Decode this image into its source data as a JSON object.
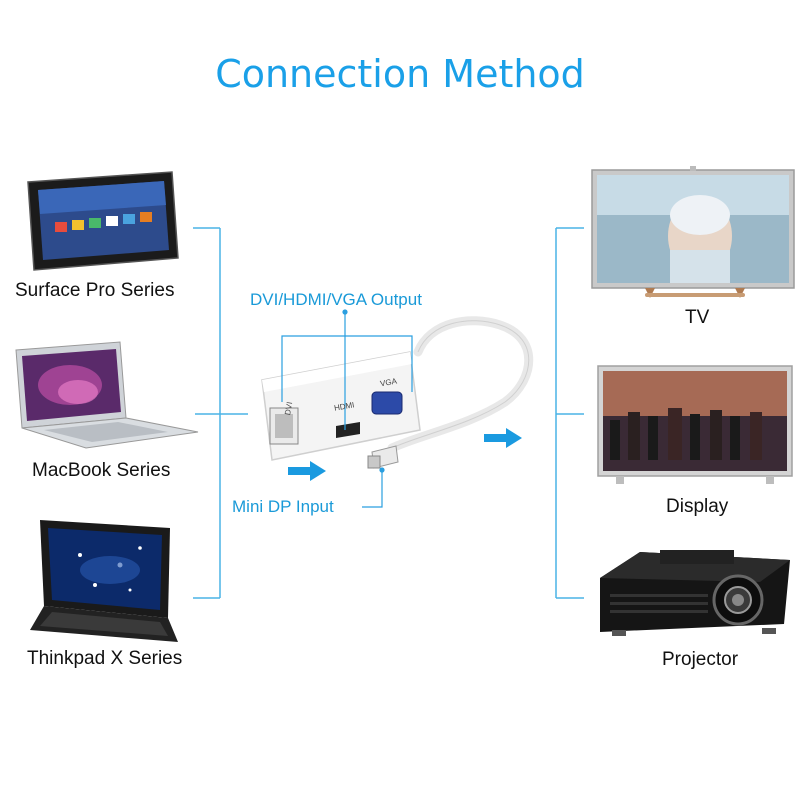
{
  "title": "Connection Method",
  "sources": [
    {
      "label": "Surface Pro Series",
      "icon": "tablet-icon"
    },
    {
      "label": "MacBook Series",
      "icon": "macbook-icon"
    },
    {
      "label": "Thinkpad X Series",
      "icon": "thinkpad-icon"
    }
  ],
  "adapter": {
    "output_label": "DVI/HDMI/VGA Output",
    "input_label": "Mini DP Input",
    "ports": [
      "DVI",
      "HDMI",
      "VGA"
    ]
  },
  "outputs": [
    {
      "label": "TV",
      "icon": "tv-icon"
    },
    {
      "label": "Display",
      "icon": "display-icon"
    },
    {
      "label": "Projector",
      "icon": "projector-icon"
    }
  ],
  "colors": {
    "accent": "#1aa0e8",
    "bracket": "#4ab4e6",
    "arrow": "#1a9ae0"
  }
}
